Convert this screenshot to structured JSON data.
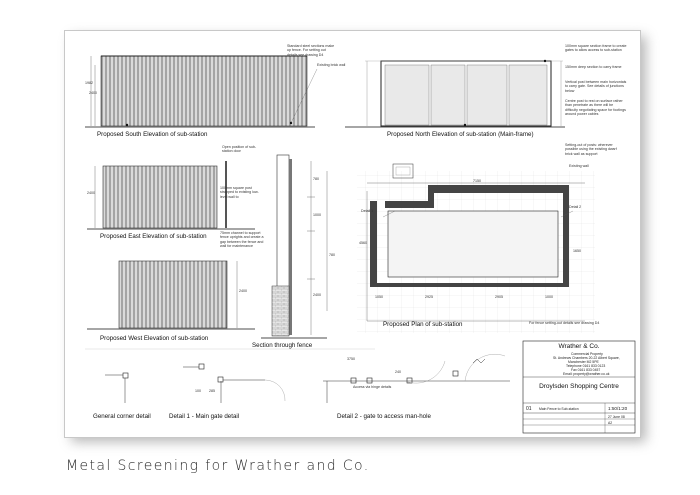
{
  "caption": "Metal Screening for Wrather and Co.",
  "drawings": {
    "south": "Proposed South Elevation of sub-station",
    "north": "Proposed North Elevation of sub-station (Main-frame)",
    "east": "Proposed East Elevation of sub-station",
    "west": "Proposed West Elevation of sub-station",
    "section": "Section through fence",
    "plan": "Proposed Plan of sub-station",
    "corner": "General corner detail",
    "detail1": "Detail 1 - Main gate detail",
    "detail2": "Detail 2 - gate to access man-hole"
  },
  "notes": {
    "south_a": "Standard steel sections make up fence. For setting out details see drawing D4",
    "south_b": "Existing brick wall",
    "north_a": "100mm square section frame to create gates to allow access to sub-station",
    "north_b": "150mm deep section to carry frame",
    "north_c": "Vertical post between main horizontals to carry gate. See details of junctions below",
    "north_d": "Centre post to rest on surface rather than penetrate as there will be difficulty negotiating space for footings around power cables",
    "east_a": "Open position of sub-station door",
    "east_b": "100mm square post strapped to existing low-level wall to",
    "east_c": "75mm channel to support fence uprights and create a gap between the fence and wall for maintenance",
    "plan_a": "Setting-out of posts: wherever possible using the existing dwarf brick wall as support",
    "plan_b": "Existing wall",
    "plan_c": "For fence setting-out details see drawing D4"
  },
  "dims": {
    "plan_top": "7150",
    "plan_left": "4560",
    "south_h": "1982",
    "south_h2": "2400",
    "east_h": "2400",
    "west_h": "2400",
    "sec_a": "780",
    "sec_b": "1000",
    "sec_c": "780",
    "sec_d": "2400",
    "plan_b1": "1050",
    "plan_b2": "2925",
    "plan_b3": "2905",
    "plan_b4": "1000",
    "plan_r": "1650",
    "det2_top": "3750",
    "det2_mid": "240",
    "det1_a": "100",
    "det1_b": "285",
    "det2_note": "Access via hinge details",
    "plan_corner": "Detail 1",
    "plan_corner2": "Detail 2"
  },
  "titleblock": {
    "company": "Wrather & Co.",
    "addr1": "Commercial Property",
    "addr2": "St. Andrews Chambers 20-22 Albert Square,",
    "addr3": "Manchester M2 5PE",
    "tel": "Telephone 0161 833 0123",
    "fax": "Fax 0161 833 0457",
    "email": "Email: property@wrather.co.uk",
    "project": "Droylsden Shopping Centre",
    "drawing_no": "01",
    "drawing_title": "Main Fence to Sub-station",
    "scale": "1:50/1:20",
    "date": "27 June 08",
    "sheet": "A2"
  }
}
